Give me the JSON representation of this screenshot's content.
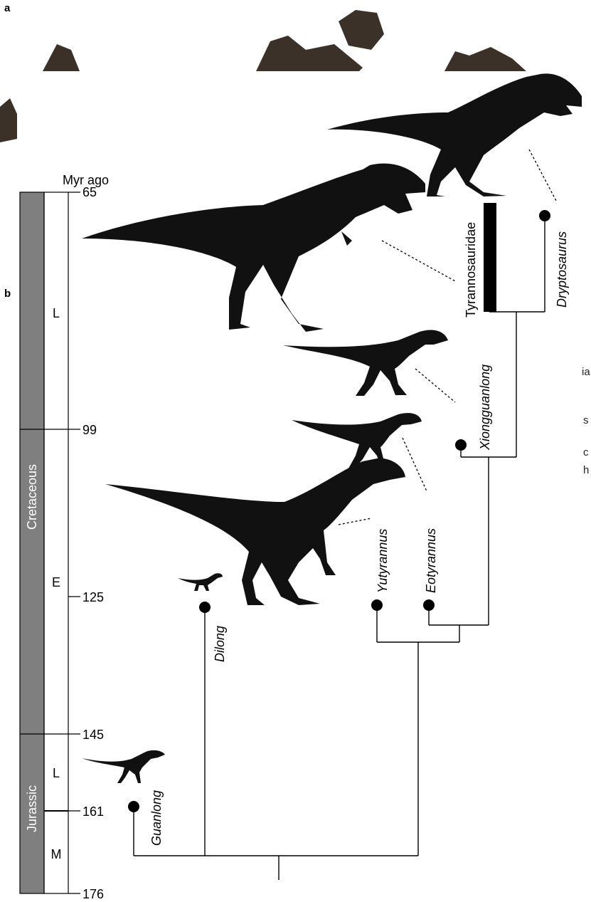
{
  "panel_labels": {
    "a": "a",
    "b": "b"
  },
  "axis": {
    "unit_label": "Myr ago",
    "ticks": [
      "65",
      "99",
      "125",
      "145",
      "161",
      "176"
    ]
  },
  "periods": {
    "cretaceous": "Cretaceous",
    "jurassic": "Jurassic"
  },
  "epochs": {
    "cretaceous_late": "L",
    "cretaceous_early": "E",
    "jurassic_late": "L",
    "jurassic_middle": "M"
  },
  "taxa": {
    "tyrannosauridae": "Tyrannosauridae",
    "dryptosaurus": "Dryptosaurus",
    "xiongguanlong": "Xiongguanlong",
    "eotyrannus": "Eotyrannus",
    "yutyrannus": "Yutyrannus",
    "dilong": "Dilong",
    "guanlong": "Guanlong"
  },
  "right_edge_fragments": [
    "ia",
    "s",
    "c",
    "h"
  ],
  "colors": {
    "timescale_gray": "#7f7f80",
    "rock": "#3b3129",
    "silhouette": "#111111"
  }
}
